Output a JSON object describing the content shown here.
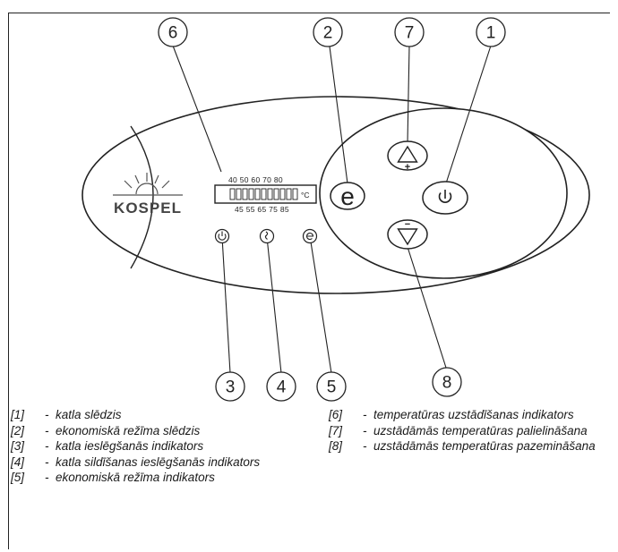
{
  "brand": {
    "logo_text": "KOSPEL"
  },
  "display": {
    "top_scale": "40 50 60 70 80",
    "bottom_scale": "45 55 65 75 85",
    "unit": "°C"
  },
  "callouts": [
    {
      "number": "1"
    },
    {
      "number": "2"
    },
    {
      "number": "3"
    },
    {
      "number": "4"
    },
    {
      "number": "5"
    },
    {
      "number": "6"
    },
    {
      "number": "7"
    },
    {
      "number": "8"
    }
  ],
  "buttons": {
    "economy": "e",
    "plus": "+",
    "minus": "−"
  },
  "legend": {
    "separator": "-",
    "left": [
      {
        "ref": "[1]",
        "text": "katla slēdzis"
      },
      {
        "ref": "[2]",
        "text": "ekonomiskā režīma slēdzis"
      },
      {
        "ref": "[3]",
        "text": "katla ieslēgšanās indikators"
      },
      {
        "ref": "[4]",
        "text": "katla sildīšanas ieslēgšanās indikators"
      },
      {
        "ref": "[5]",
        "text": "ekonomiskā režīma indikators"
      }
    ],
    "right": [
      {
        "ref": "[6]",
        "text": "temperatūras uzstādīšanas indikators"
      },
      {
        "ref": "[7]",
        "text": "uzstādāmās temperatūras palielināšana"
      },
      {
        "ref": "[8]",
        "text": "uzstādāmās temperatūras pazemināšana"
      }
    ]
  }
}
